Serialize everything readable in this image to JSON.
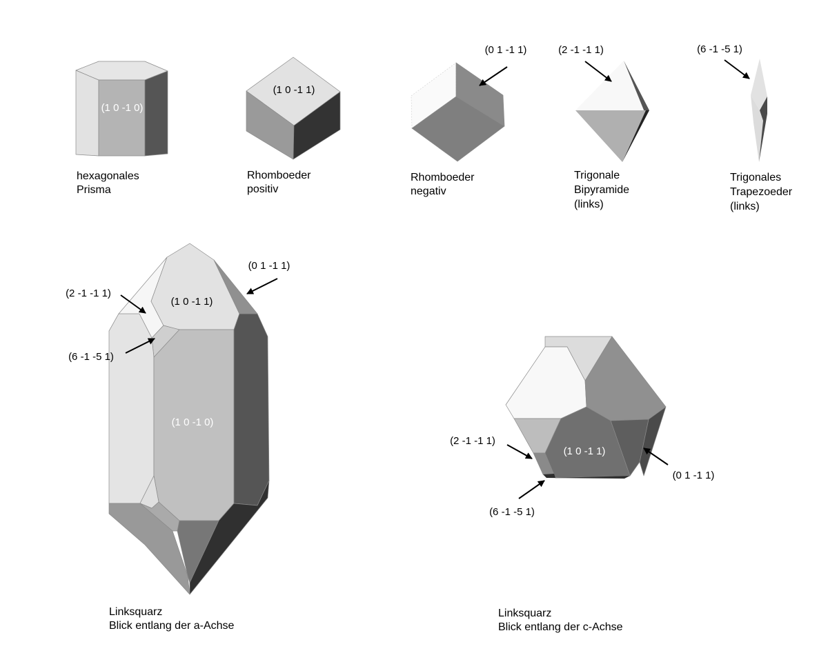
{
  "colors": {
    "face_white": "#f6f6f6",
    "face_light": "#e2e2e2",
    "face_mid": "#c0c0c0",
    "face_gray": "#909090",
    "face_dark": "#555555",
    "face_darkest": "#303030"
  },
  "forms": [
    {
      "caption": [
        "hexagonales",
        "Prisma"
      ],
      "face_label": "(1 0 -1 0)"
    },
    {
      "caption": [
        "Rhomboeder",
        "positiv"
      ],
      "face_label": "(1 0 -1 1)"
    },
    {
      "caption": [
        "Rhomboeder",
        "negativ"
      ],
      "face_label": "(0 1 -1 1)"
    },
    {
      "caption": [
        "Trigonale",
        "Bipyramide",
        "(links)"
      ],
      "face_label": "(2 -1 -1 1)"
    },
    {
      "caption": [
        "Trigonales",
        "Trapezoeder",
        "(links)"
      ],
      "face_label": "(6 -1 -5 1)"
    }
  ],
  "crystal_a": {
    "caption": [
      "Linksquarz",
      "Blick entlang der a-Achse"
    ],
    "labels": {
      "r": "(1 0 -1 1)",
      "m": "(1 0 -1 0)",
      "z": "(0 1 -1 1)",
      "s": "(2 -1 -1 1)",
      "x": "(6 -1 -5 1)"
    }
  },
  "crystal_c": {
    "caption": [
      "Linksquarz",
      "Blick entlang der c-Achse"
    ],
    "labels": {
      "r": "(1 0 -1 1)",
      "z": "(0 1 -1 1)",
      "s": "(2 -1 -1 1)",
      "x": "(6 -1 -5 1)"
    }
  }
}
